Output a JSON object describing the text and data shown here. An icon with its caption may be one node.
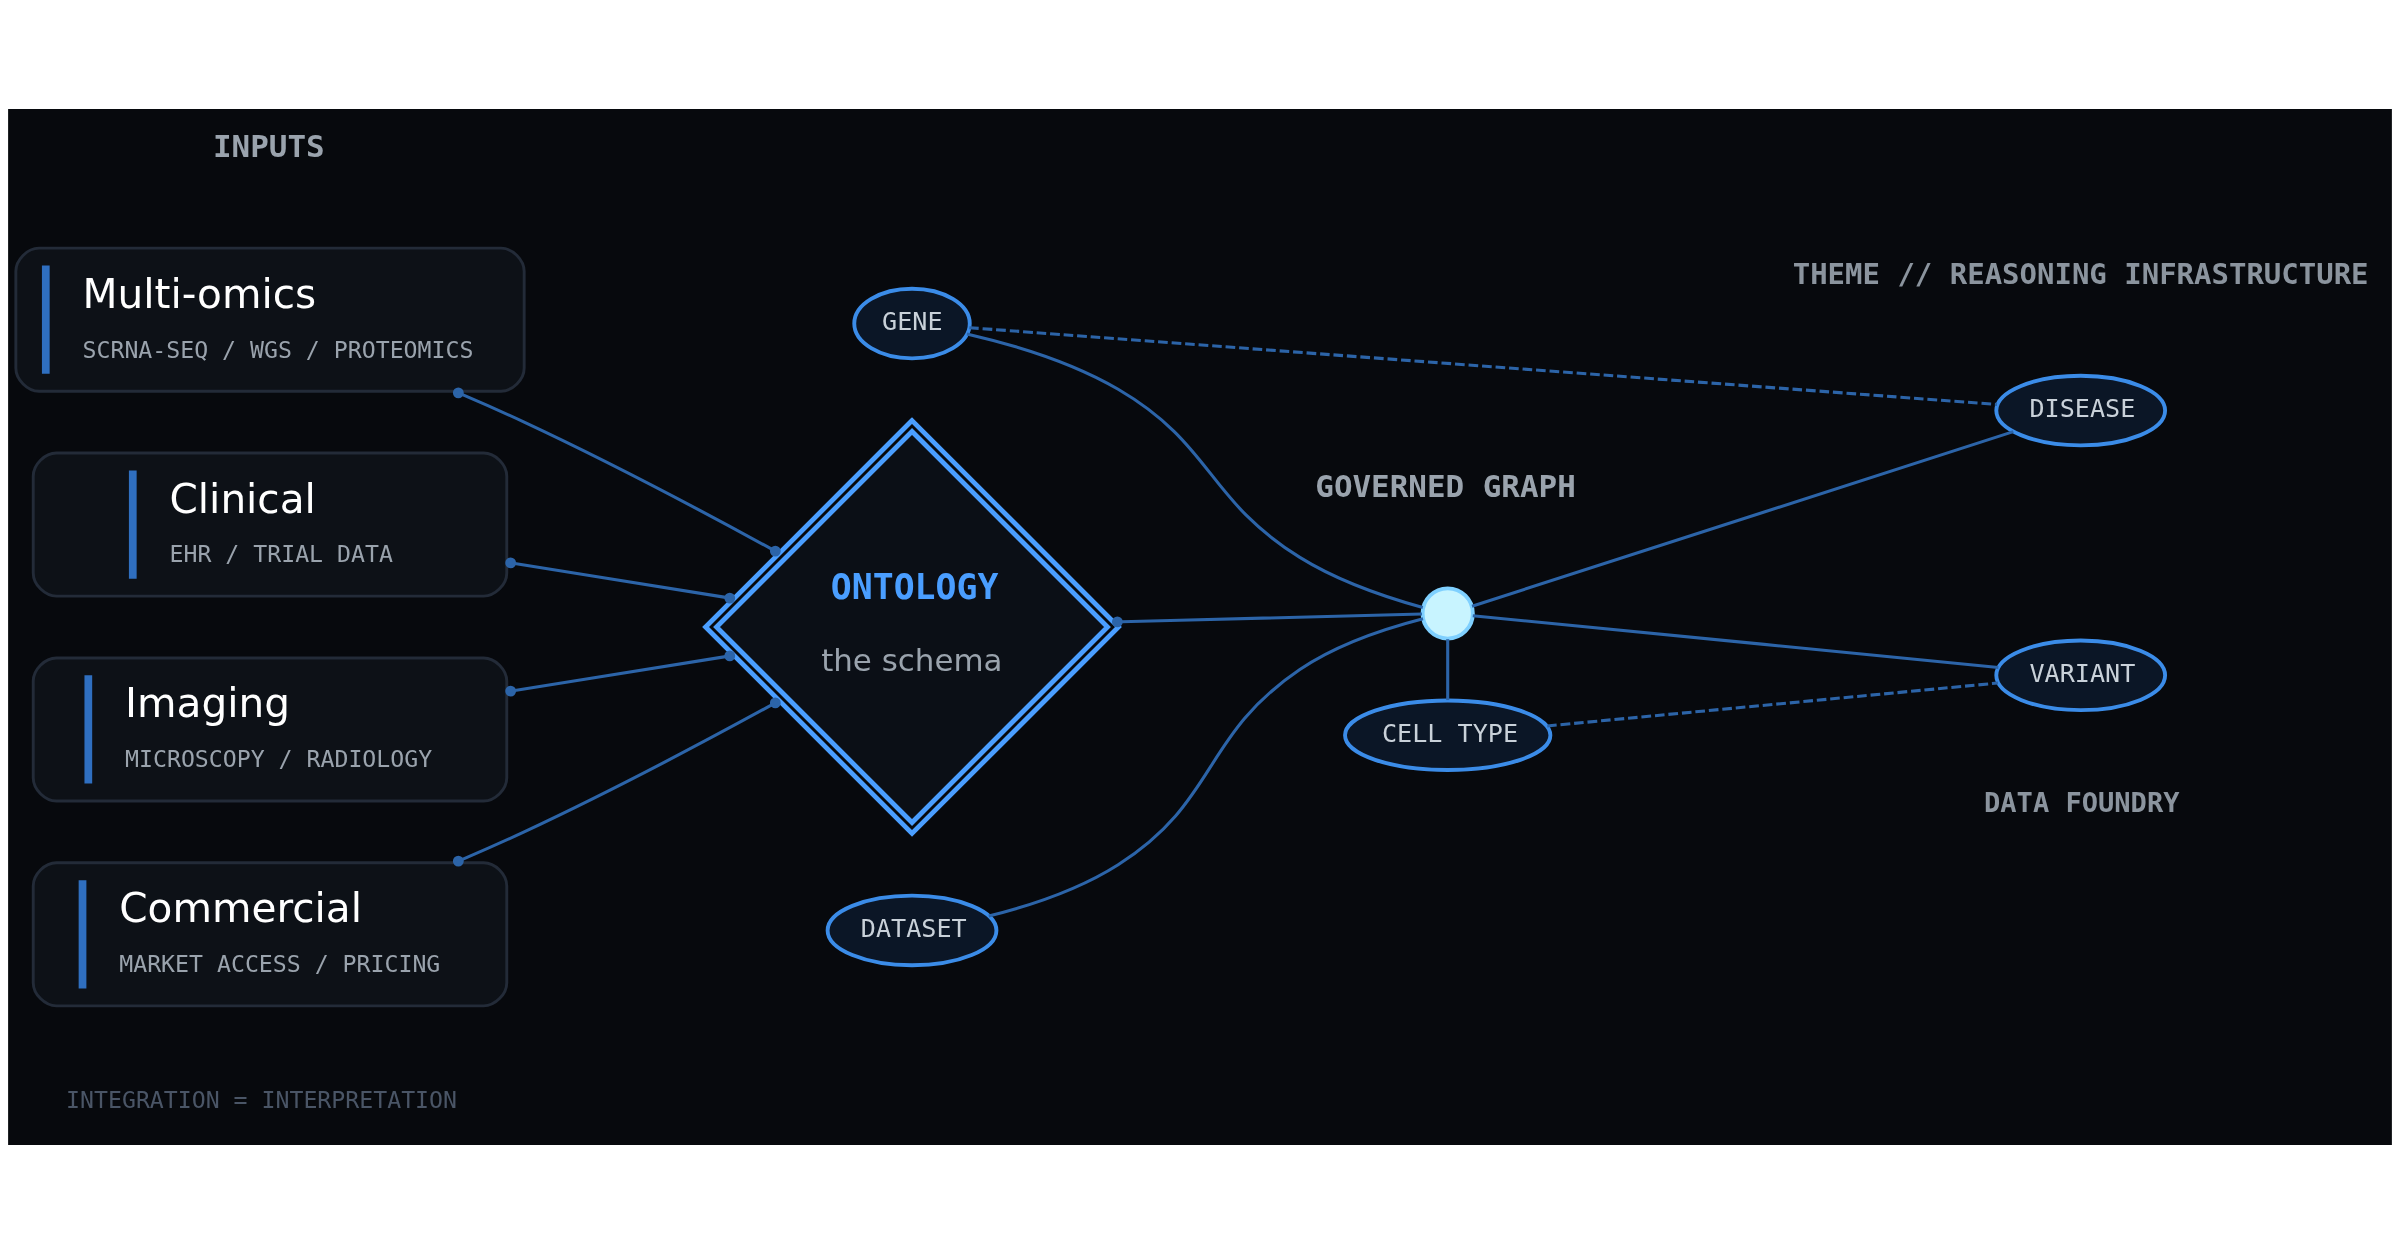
{
  "diagram": {
    "nodes": [
      {
        "text": [
          "Multi-omics",
          "SCRNA-SEQ / WGS / PROTEOMICS"
        ]
      },
      {
        "text": [
          "Clinical",
          "EHR / TRIAL DATA"
        ]
      },
      {
        "text": [
          "Imaging",
          "MICROSCOPY / RADIOLOGY"
        ]
      },
      {
        "text": [
          "Commercial",
          "MARKET ACCESS / PRICING"
        ]
      },
      {
        "text": [
          "ONTOLOGY",
          "the schema"
        ]
      },
      {
        "text": [],
        "shape": "circle"
      },
      {
        "text": [
          "GENE"
        ]
      },
      {
        "text": [
          "DISEASE"
        ]
      },
      {
        "text": [
          "DATASET"
        ]
      },
      {
        "text": [
          "VARIANT"
        ]
      },
      {
        "text": [
          "CELL TYPE"
        ]
      }
    ],
    "edges": [
      {
        "from": 0,
        "to": 4,
        "arrow": "other"
      },
      {
        "from": 1,
        "to": 4,
        "arrow": "other"
      },
      {
        "from": 2,
        "to": 4,
        "arrow": "other"
      },
      {
        "from": 3,
        "to": 4,
        "arrow": "other"
      },
      {
        "from": 4,
        "to": 5,
        "arrow": "other"
      },
      {
        "from": 6,
        "to": 5,
        "arrow": "none"
      },
      {
        "from": 5,
        "to": 7,
        "arrow": "none"
      },
      {
        "from": 8,
        "to": 5,
        "arrow": "none"
      },
      {
        "from": 5,
        "to": 9,
        "arrow": "none"
      },
      {
        "from": 5,
        "to": 10,
        "arrow": "none"
      },
      {
        "from": 6,
        "to": 7,
        "arrow": "none",
        "style": "dashed"
      },
      {
        "from": 10,
        "to": 9,
        "arrow": "none",
        "style": "dashed"
      }
    ],
    "labels": [
      "THEME // REASONING INFRASTRUCTURE",
      "INPUTS",
      "GOVERNED GRAPH",
      "INTEGRATION = INTERPRETATION",
      "DATA FOUNDRY"
    ]
  }
}
